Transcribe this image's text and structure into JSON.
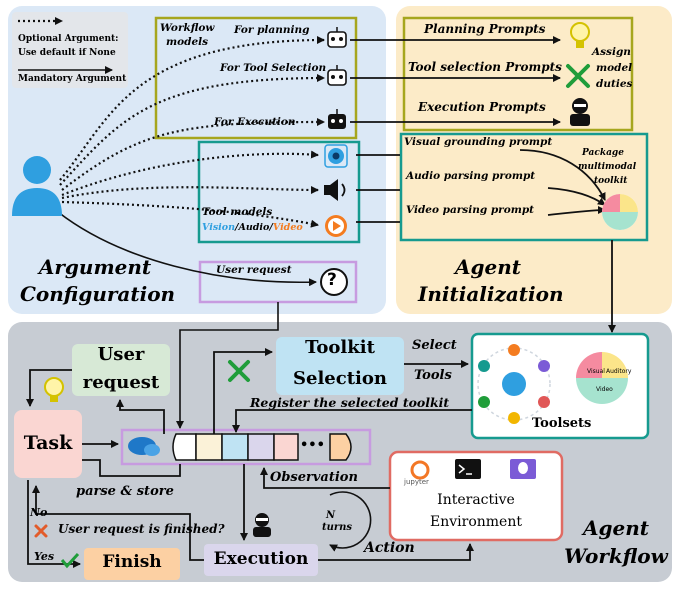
{
  "legend": {
    "optional": "Optional Argument:",
    "default": "Use default if None",
    "mandatory": "Mandatory Argument"
  },
  "config": {
    "title_line1": "Argument",
    "title_line2": "Configuration",
    "workflow_models_line1": "Workflow",
    "workflow_models_line2": "models",
    "for_planning": "For planning",
    "for_tool_selection": "For Tool Selection",
    "for_execution": "For  Execution",
    "tool_models": "Tool models",
    "vision": "Vision",
    "audio": "Audio",
    "video": "Video",
    "slash": "/",
    "user_request": "User request",
    "question_mark": "?"
  },
  "init": {
    "title_line1": "Agent",
    "title_line2": "Initialization",
    "planning_prompts": "Planning Prompts",
    "tool_selection_prompts": "Tool selection Prompts",
    "execution_prompts": "Execution Prompts",
    "assign_line1": "Assign",
    "assign_line2": "model",
    "assign_line3": "duties",
    "visual_grounding": "Visual grounding prompt",
    "audio_parsing": "Audio parsing prompt",
    "video_parsing": "Video parsing prompt",
    "package_line1": "Package",
    "package_line2": "multimodal",
    "package_line3": "toolkit"
  },
  "workflow": {
    "title_line1": "Agent",
    "title_line2": "Workflow",
    "user_request_line1": "User",
    "user_request_line2": "request",
    "task": "Task",
    "toolkit_line1": "Toolkit",
    "toolkit_line2": "Selection",
    "select": "Select",
    "tools": "Tools",
    "toolsets": "Toolsets",
    "register": "Register the selected toolkit",
    "parse_store": "parse & store",
    "observation": "Observation",
    "interactive_line1": "Interactive",
    "interactive_line2": "Environment",
    "jupyter": "jupyter",
    "n_turns_line1": "N",
    "n_turns_line2": "turns",
    "no": "No",
    "yes": "Yes",
    "finished_question": "User request is finished?",
    "finish": "Finish",
    "execution": "Execution",
    "action": "Action",
    "ellipsis": "•••",
    "visual": "Visual",
    "auditory": "Auditory",
    "video": "Video"
  },
  "colors": {
    "config_bg": "#dbe8f6",
    "init_bg": "#fcebc8",
    "workflow_bg": "#c7ccd3",
    "olive": "#a6a61e",
    "teal": "#169a8f",
    "purple": "#c79be0",
    "user_blue": "#2f9fe0",
    "toolkit_fill": "#bfe3f3",
    "task_fill": "#fad6d2",
    "user_req_fill": "#d7e9d6",
    "finish_fill": "#fcd0a3",
    "exec_fill": "#dad6ec",
    "env_border": "#e06b63",
    "toolsets_border": "#169a8f"
  }
}
